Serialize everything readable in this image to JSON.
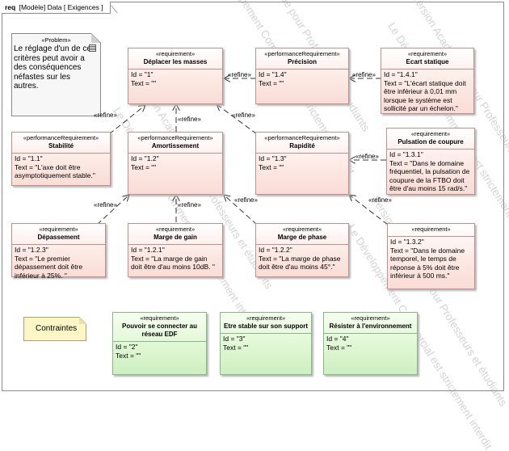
{
  "frame": {
    "keyword": "req",
    "label": "[Modèle] Data [ Exigences ]"
  },
  "watermarks": [
    "Version Académique pour Professeurs et étudiants",
    "Le Développement Commercial est strictement interdit",
    "Version Académique pour Professeurs et étudiants",
    "Le Développement Commercial est strictement interdit",
    "Version Académique pour Professeurs et étudiants",
    "Le Développement Commercial est strictement interdit",
    "Version Académique pour Professeurs et étudiants",
    "Le Développement Commercial est strictement interdit"
  ],
  "note": {
    "stereotype": "«Problem»",
    "text": "Le réglage d'un de ces critères peut avoir a des conséquences néfastes sur les autres."
  },
  "constraints_label": "Contraintes",
  "refine_label": "«refine»",
  "requirements": {
    "deplacer": {
      "stereotype": "«requirement»",
      "name": "Déplacer les masses",
      "id": "Id = \"1\"",
      "text": "Text = \"\""
    },
    "precision": {
      "stereotype": "«performanceRequirement»",
      "name": "Précision",
      "id": "Id = \"1.4\"",
      "text": "Text = \"\""
    },
    "ecart": {
      "stereotype": "«requirement»",
      "name": "Ecart statique",
      "id": "Id = \"1.4.1\"",
      "text": "Text = \"L'écart statique doit être inférieur à 0,01 mm lorsque le système est sollicité par un échelon.\""
    },
    "stabilite": {
      "stereotype": "«performanceRequirement»",
      "name": "Stabilité",
      "id": "Id = \"1.1\"",
      "text": "Text = \"L'axe doit être asymptotiquement stable.\""
    },
    "amortissement": {
      "stereotype": "«performanceRequirement»",
      "name": "Amortissement",
      "id": "Id = \"1.2\"",
      "text": "Text = \"\""
    },
    "rapidite": {
      "stereotype": "«performanceRequirement»",
      "name": "Rapidité",
      "id": "Id = \"1.3\"",
      "text": "Text = \"\""
    },
    "pulsation": {
      "stereotype": "«requirement»",
      "name": "Pulsation de coupure",
      "id": "Id = \"1.3.1\"",
      "text": "Text = \"Dans le domaine fréquentiel, la pulsation de coupure de la FTBO doit être d'au moins 15 rad/s.\""
    },
    "depassement": {
      "stereotype": "«requirement»",
      "name": "Dépassement",
      "id": "Id = \"1.2.3\"",
      "text": "Text = \"Le premier dépassement doit être inférieur à 25%. \""
    },
    "gain": {
      "stereotype": "«requirement»",
      "name": "Marge de gain",
      "id": "Id = \"1.2.1\"",
      "text": "Text = \"La marge de gain doit être d'au moins 10dB. \""
    },
    "phase": {
      "stereotype": "«requirement»",
      "name": "Marge de phase",
      "id": "Id = \"1.2.2\"",
      "text": "Text = \"La marge de phase doit être d'au moins 45°.\""
    },
    "temps": {
      "stereotype": "«requirement»",
      "name": "",
      "id": "Id = \"1.3.2\"",
      "text": "Text = \"Dans le domaine temporel, le temps de réponse à 5% doit être inférieur à 500 ms.\""
    },
    "edf": {
      "stereotype": "«requirement»",
      "name": "Pouvoir se connecter au réseau EDF",
      "id": "Id = \"2\"",
      "text": "Text = \"\""
    },
    "support": {
      "stereotype": "«requirement»",
      "name": "Etre stable sur son support",
      "id": "Id = \"3\"",
      "text": "Text = \"\""
    },
    "environnement": {
      "stereotype": "«requirement»",
      "name": "Résister à l'environnement",
      "id": "Id = \"4\"",
      "text": "Text = \"\""
    }
  }
}
